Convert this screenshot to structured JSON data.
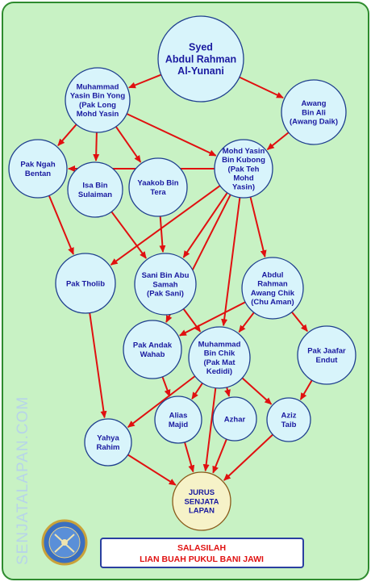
{
  "colors": {
    "background": "#c8f2c4",
    "border": "#2e8b2e",
    "node_fill": "#d8f4fb",
    "node_stroke": "#1f3f8f",
    "node_text": "#1a1aa0",
    "arrow": "#e01010",
    "center_fill": "#f6f2c8",
    "center_stroke": "#8a5a1a",
    "center_text": "#c41010",
    "title_box_border": "#2a3fa0",
    "title_text": "#e01010",
    "watermark": "#b7d4e8"
  },
  "nodes": {
    "syed": [
      "Syed",
      "Abdul Rahman",
      "Al-Yunani"
    ],
    "yasin_yong": [
      "Muhammad",
      "Yasin Bin Yong",
      "(Pak Long",
      "Mohd Yasin"
    ],
    "awang": [
      "Awang",
      "Bin Ali",
      "(Awang Daik)"
    ],
    "ngah": [
      "Pak Ngah",
      "Bentan"
    ],
    "isa": [
      "Isa Bin",
      "Sulaiman"
    ],
    "yaakob": [
      "Yaakob Bin",
      "Tera"
    ],
    "yasin_kubong": [
      "Mohd Yasin",
      "Bin Kubong",
      "(Pak Teh",
      "Mohd",
      "Yasin)"
    ],
    "tholib": [
      "Pak Tholib"
    ],
    "sani": [
      "Sani Bin Abu",
      "Samah",
      "(Pak Sani)"
    ],
    "aman": [
      "Abdul",
      "Rahman",
      "Awang Chik",
      "(Chu Aman)"
    ],
    "andak": [
      "Pak Andak",
      "Wahab"
    ],
    "chik": [
      "Muhammad",
      "Bin Chik",
      "(Pak Mat",
      "Kedidi)"
    ],
    "jaafar": [
      "Pak Jaafar",
      "Endut"
    ],
    "yahya": [
      "Yahya",
      "Rahim"
    ],
    "alias": [
      "Alias",
      "Majid"
    ],
    "azhar": [
      "Azhar"
    ],
    "aziz": [
      "Aziz",
      "Taib"
    ],
    "jurus": [
      "JURUS",
      "SENJATA",
      "LAPAN"
    ]
  },
  "title": {
    "line1": "SALASILAH",
    "line2": "LIAN BUAH PUKUL BANI JAWI"
  },
  "watermark": "SENJATALAPAN.COM"
}
